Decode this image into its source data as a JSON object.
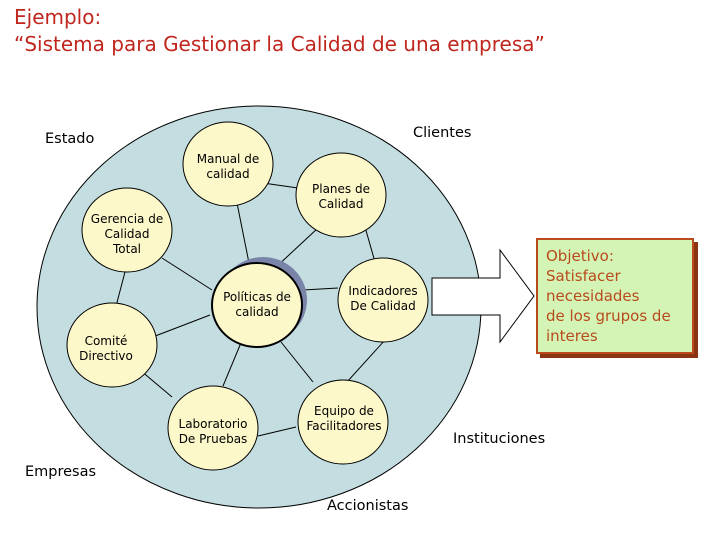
{
  "title_line1": "Ejemplo:",
  "title_line2": "“Sistema para Gestionar la Calidad de una empresa”",
  "outer_labels": {
    "estado": "Estado",
    "clientes": "Clientes",
    "instituciones": "Instituciones",
    "empresas": "Empresas",
    "accionistas": "Accionistas"
  },
  "nodes": {
    "center": "Políticas de\ncalidad",
    "manual": "Manual de\ncalidad",
    "planes": "Planes de\nCalidad",
    "gerencia": "Gerencia de\nCalidad\nTotal",
    "indicadores": "Indicadores\nDe Calidad",
    "comite": "Comité\nDirectivo",
    "laboratorio": "Laboratorio\nDe Pruebas",
    "equipo": "Equipo de\nFacilitadores"
  },
  "objective": "Objetivo:\nSatisfacer\nnecesidades\nde los grupos de\ninteres",
  "colors": {
    "title": "#c0261d",
    "outer_circle": "#c3dde0",
    "node_fill": "#fdf8c9",
    "objective_fill": "#d4f4b6",
    "objective_border": "#b84a1c"
  }
}
